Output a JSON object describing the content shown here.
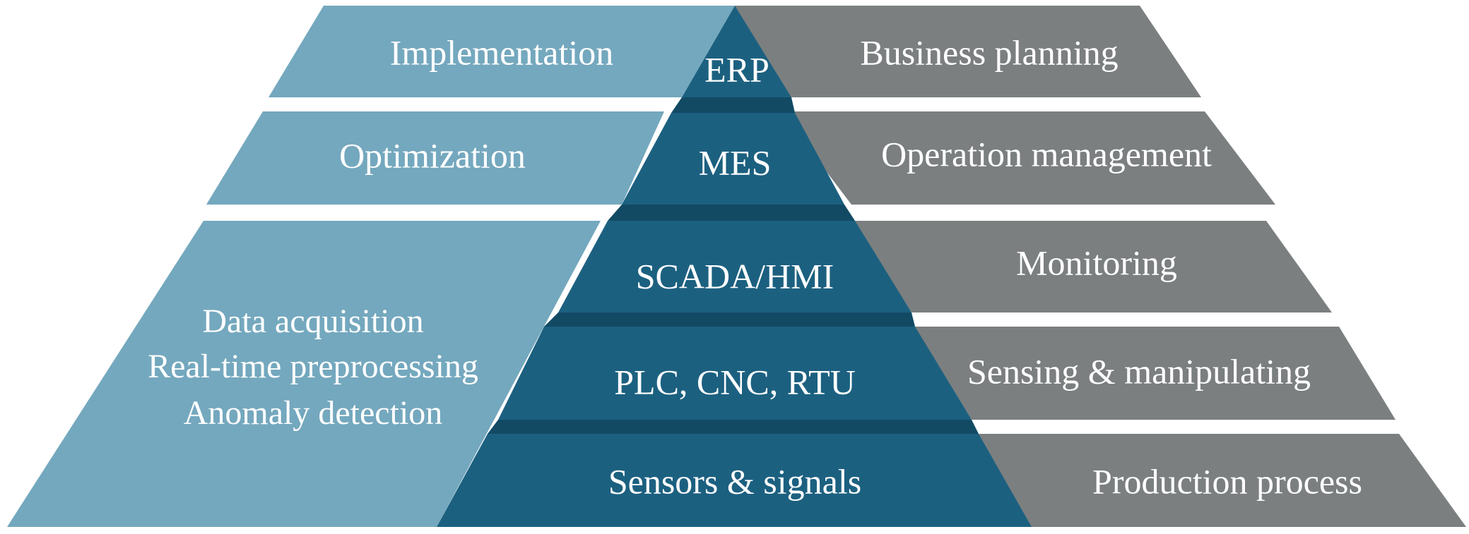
{
  "colors": {
    "left_panel": "#74a8be",
    "right_panel": "#7b7f80",
    "pyramid_face": "#1c6080",
    "pyramid_face_light": "#2c7393",
    "pyramid_edge": "#124a64",
    "text": "#ffffff"
  },
  "pyramid": {
    "levels": [
      {
        "label": "ERP"
      },
      {
        "label": "MES"
      },
      {
        "label": "SCADA/HMI"
      },
      {
        "label": "PLC, CNC, RTU"
      },
      {
        "label": "Sensors & signals"
      }
    ]
  },
  "left_panels": [
    {
      "lines": [
        "Implementation"
      ]
    },
    {
      "lines": [
        "Optimization"
      ]
    },
    {
      "lines": [
        "Data acquisition",
        "Real-time preprocessing",
        "Anomaly detection"
      ]
    }
  ],
  "right_panels": [
    {
      "label": "Business planning"
    },
    {
      "label": "Operation management"
    },
    {
      "label": "Monitoring"
    },
    {
      "label": "Sensing & manipulating"
    },
    {
      "label": "Production process"
    }
  ]
}
